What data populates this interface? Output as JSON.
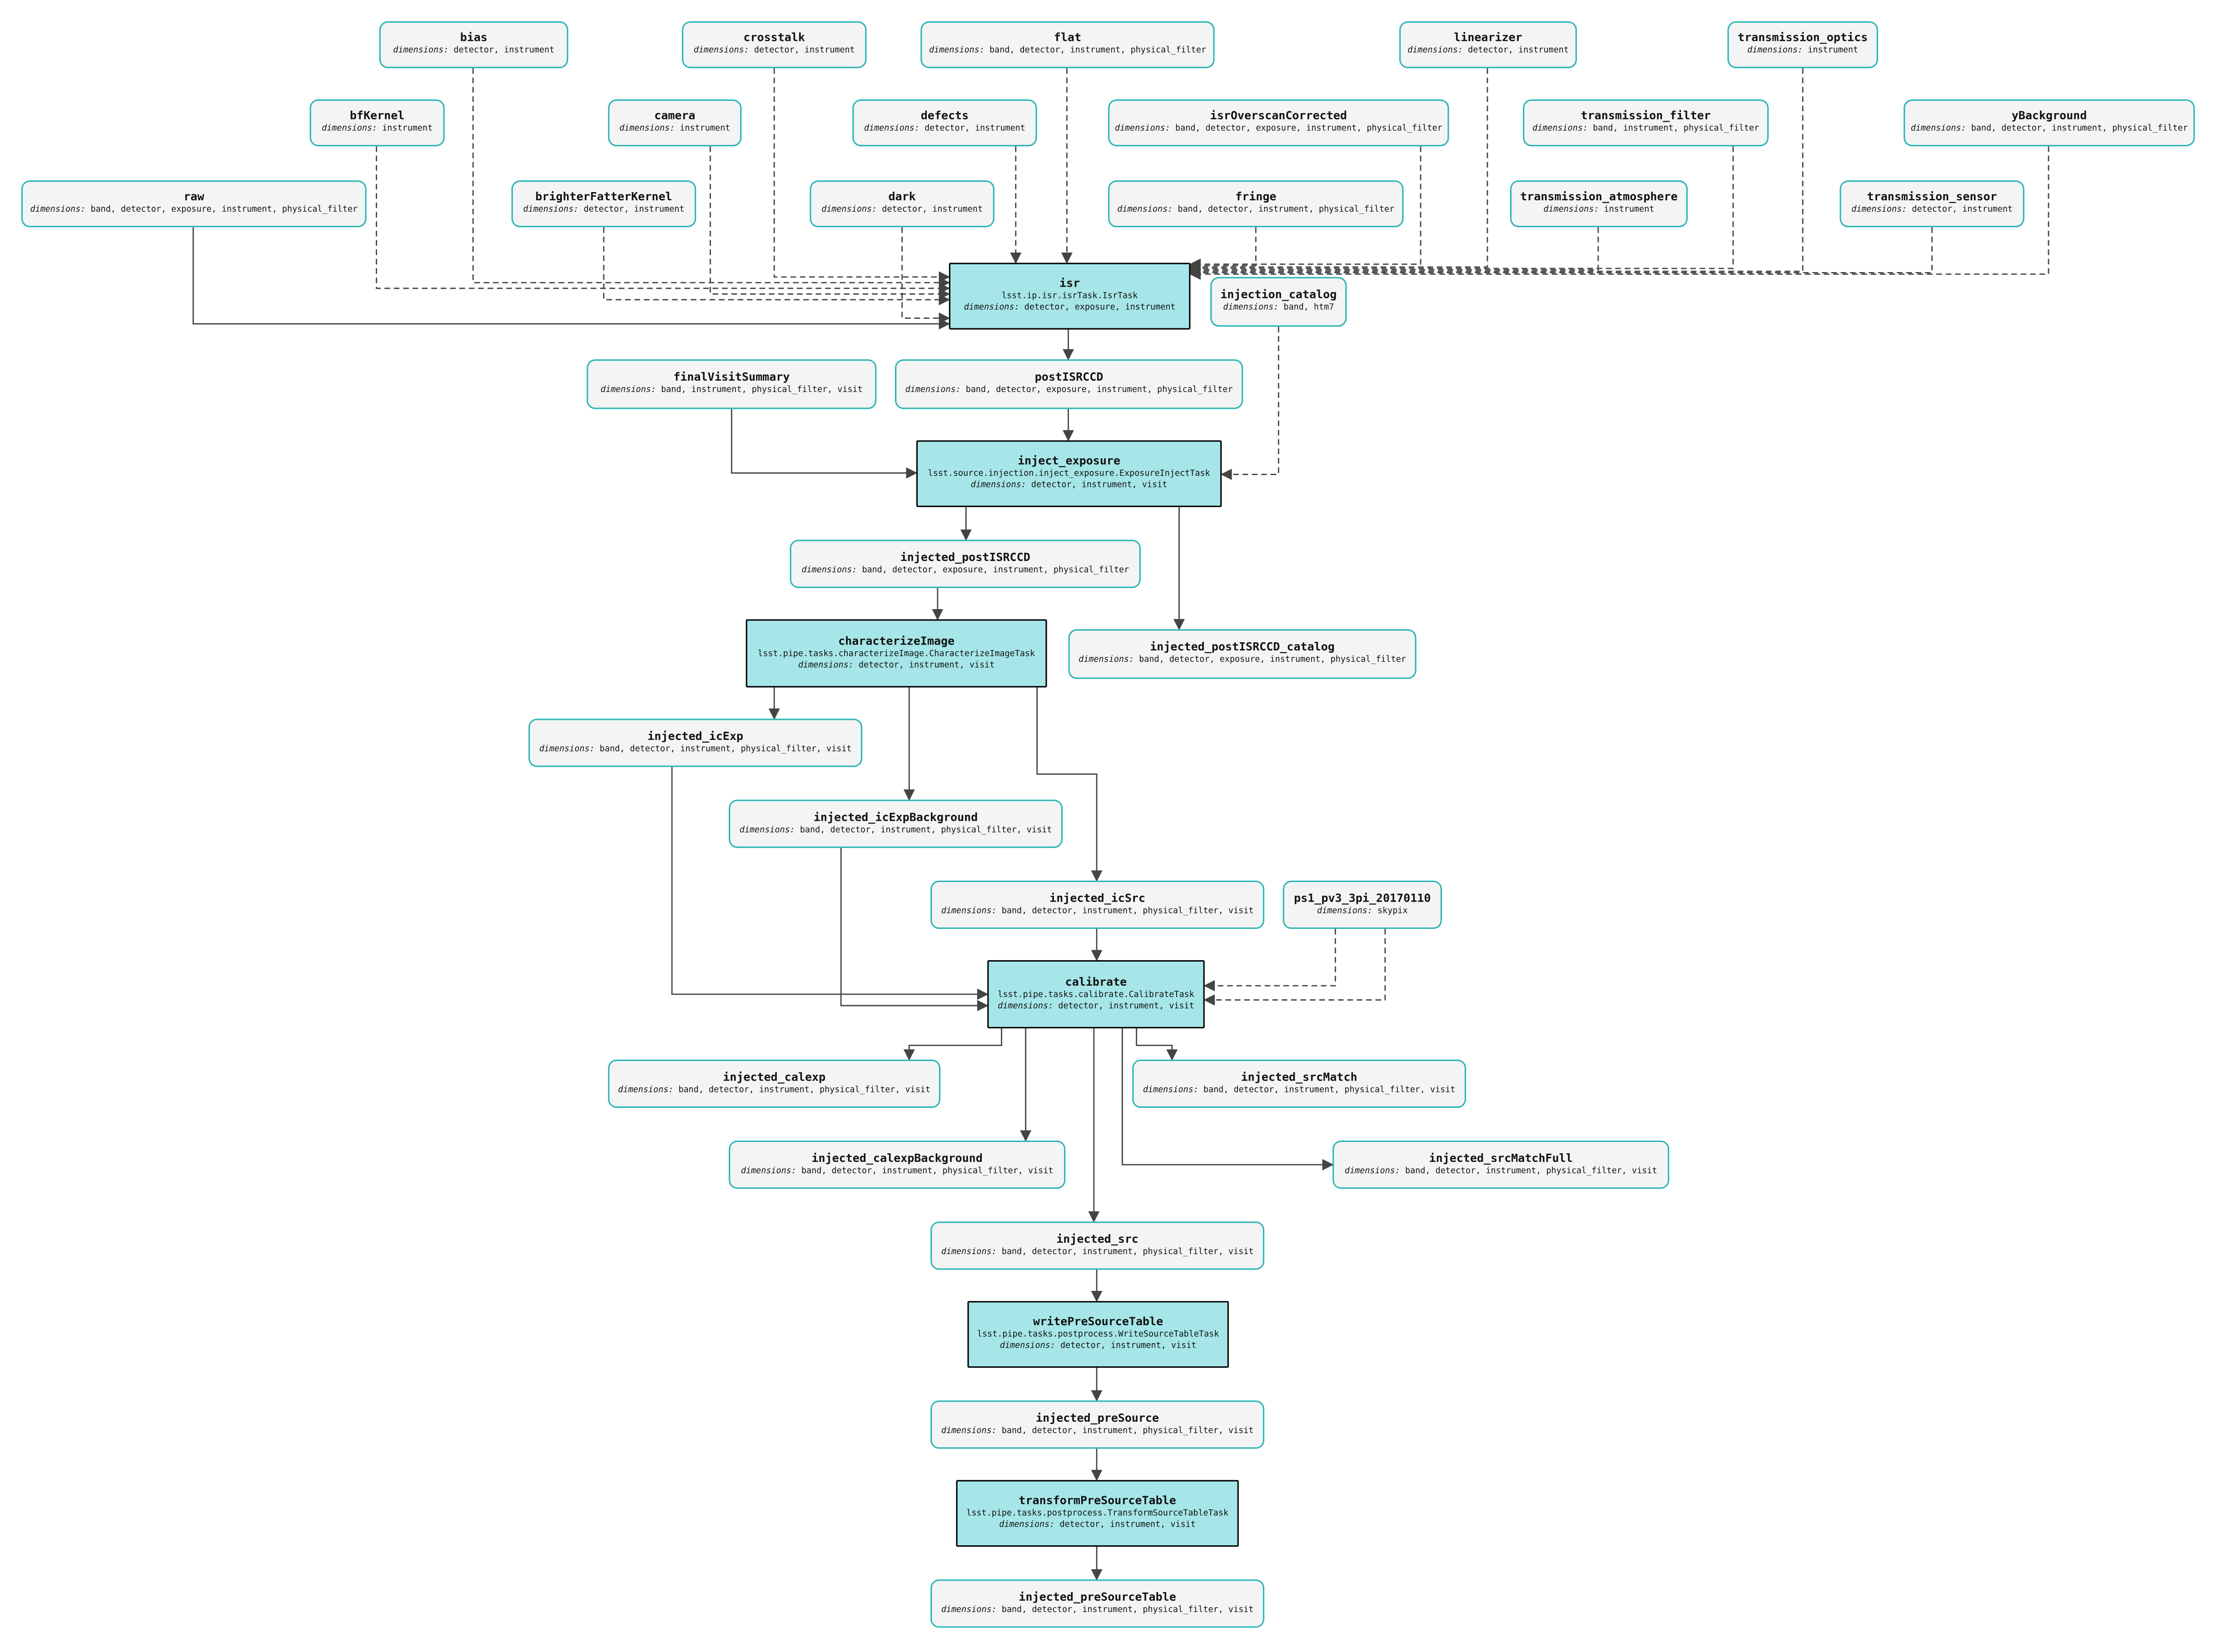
{
  "diagram": {
    "dims_label": "dimensions:",
    "colors": {
      "dataset_border": "#2bb5b5",
      "dataset_fill": "#f4f4f4",
      "task_fill": "#a6e6e8",
      "task_border": "#000000",
      "edge": "#444444"
    },
    "nodes": [
      {
        "id": "bias",
        "type": "dataset",
        "title": "bias",
        "dims": "detector, instrument"
      },
      {
        "id": "crosstalk",
        "type": "dataset",
        "title": "crosstalk",
        "dims": "detector, instrument"
      },
      {
        "id": "flat",
        "type": "dataset",
        "title": "flat",
        "dims": "band, detector, instrument, physical_filter"
      },
      {
        "id": "linearizer",
        "type": "dataset",
        "title": "linearizer",
        "dims": "detector, instrument"
      },
      {
        "id": "transmission_optics",
        "type": "dataset",
        "title": "transmission_optics",
        "dims": "instrument"
      },
      {
        "id": "bfKernel",
        "type": "dataset",
        "title": "bfKernel",
        "dims": "instrument"
      },
      {
        "id": "camera",
        "type": "dataset",
        "title": "camera",
        "dims": "instrument"
      },
      {
        "id": "defects",
        "type": "dataset",
        "title": "defects",
        "dims": "detector, instrument"
      },
      {
        "id": "isrOverscanCorrected",
        "type": "dataset",
        "title": "isrOverscanCorrected",
        "dims": "band, detector, exposure, instrument, physical_filter"
      },
      {
        "id": "transmission_filter",
        "type": "dataset",
        "title": "transmission_filter",
        "dims": "band, instrument, physical_filter"
      },
      {
        "id": "yBackground",
        "type": "dataset",
        "title": "yBackground",
        "dims": "band, detector, instrument, physical_filter"
      },
      {
        "id": "raw",
        "type": "dataset",
        "title": "raw",
        "dims": "band, detector, exposure, instrument, physical_filter"
      },
      {
        "id": "brighterFatterKernel",
        "type": "dataset",
        "title": "brighterFatterKernel",
        "dims": "detector, instrument"
      },
      {
        "id": "dark",
        "type": "dataset",
        "title": "dark",
        "dims": "detector, instrument"
      },
      {
        "id": "fringe",
        "type": "dataset",
        "title": "fringe",
        "dims": "band, detector, instrument, physical_filter"
      },
      {
        "id": "transmission_atmosphere",
        "type": "dataset",
        "title": "transmission_atmosphere",
        "dims": "instrument"
      },
      {
        "id": "transmission_sensor",
        "type": "dataset",
        "title": "transmission_sensor",
        "dims": "detector, instrument"
      },
      {
        "id": "isr",
        "type": "task",
        "title": "isr",
        "class": "lsst.ip.isr.isrTask.IsrTask",
        "dims": "detector, exposure, instrument"
      },
      {
        "id": "injection_catalog",
        "type": "dataset",
        "title": "injection_catalog",
        "dims": "band, htm7"
      },
      {
        "id": "finalVisitSummary",
        "type": "dataset",
        "title": "finalVisitSummary",
        "dims": "band, instrument, physical_filter, visit"
      },
      {
        "id": "postISRCCD",
        "type": "dataset",
        "title": "postISRCCD",
        "dims": "band, detector, exposure, instrument, physical_filter"
      },
      {
        "id": "inject_exposure",
        "type": "task",
        "title": "inject_exposure",
        "class": "lsst.source.injection.inject_exposure.ExposureInjectTask",
        "dims": "detector, instrument, visit"
      },
      {
        "id": "injected_postISRCCD",
        "type": "dataset",
        "title": "injected_postISRCCD",
        "dims": "band, detector, exposure, instrument, physical_filter"
      },
      {
        "id": "characterizeImage",
        "type": "task",
        "title": "characterizeImage",
        "class": "lsst.pipe.tasks.characterizeImage.CharacterizeImageTask",
        "dims": "detector, instrument, visit"
      },
      {
        "id": "injected_postISRCCD_catalog",
        "type": "dataset",
        "title": "injected_postISRCCD_catalog",
        "dims": "band, detector, exposure, instrument, physical_filter"
      },
      {
        "id": "injected_icExp",
        "type": "dataset",
        "title": "injected_icExp",
        "dims": "band, detector, instrument, physical_filter, visit"
      },
      {
        "id": "injected_icExpBackground",
        "type": "dataset",
        "title": "injected_icExpBackground",
        "dims": "band, detector, instrument, physical_filter, visit"
      },
      {
        "id": "injected_icSrc",
        "type": "dataset",
        "title": "injected_icSrc",
        "dims": "band, detector, instrument, physical_filter, visit"
      },
      {
        "id": "ps1_pv3_3pi_20170110",
        "type": "dataset",
        "title": "ps1_pv3_3pi_20170110",
        "dims": "skypix"
      },
      {
        "id": "calibrate",
        "type": "task",
        "title": "calibrate",
        "class": "lsst.pipe.tasks.calibrate.CalibrateTask",
        "dims": "detector, instrument, visit"
      },
      {
        "id": "injected_calexp",
        "type": "dataset",
        "title": "injected_calexp",
        "dims": "band, detector, instrument, physical_filter, visit"
      },
      {
        "id": "injected_srcMatch",
        "type": "dataset",
        "title": "injected_srcMatch",
        "dims": "band, detector, instrument, physical_filter, visit"
      },
      {
        "id": "injected_calexpBackground",
        "type": "dataset",
        "title": "injected_calexpBackground",
        "dims": "band, detector, instrument, physical_filter, visit"
      },
      {
        "id": "injected_srcMatchFull",
        "type": "dataset",
        "title": "injected_srcMatchFull",
        "dims": "band, detector, instrument, physical_filter, visit"
      },
      {
        "id": "injected_src",
        "type": "dataset",
        "title": "injected_src",
        "dims": "band, detector, instrument, physical_filter, visit"
      },
      {
        "id": "writePreSourceTable",
        "type": "task",
        "title": "writePreSourceTable",
        "class": "lsst.pipe.tasks.postprocess.WriteSourceTableTask",
        "dims": "detector, instrument, visit"
      },
      {
        "id": "injected_preSource",
        "type": "dataset",
        "title": "injected_preSource",
        "dims": "band, detector, instrument, physical_filter, visit"
      },
      {
        "id": "transformPreSourceTable",
        "type": "task",
        "title": "transformPreSourceTable",
        "class": "lsst.pipe.tasks.postprocess.TransformSourceTableTask",
        "dims": "detector, instrument, visit"
      },
      {
        "id": "injected_preSourceTable",
        "type": "dataset",
        "title": "injected_preSourceTable",
        "dims": "band, detector, instrument, physical_filter, visit"
      }
    ],
    "edges": [
      {
        "from": "raw",
        "to": "isr",
        "style": "solid"
      },
      {
        "from": "bias",
        "to": "isr",
        "style": "dashed"
      },
      {
        "from": "crosstalk",
        "to": "isr",
        "style": "dashed"
      },
      {
        "from": "bfKernel",
        "to": "isr",
        "style": "dashed"
      },
      {
        "from": "camera",
        "to": "isr",
        "style": "dashed"
      },
      {
        "from": "brighterFatterKernel",
        "to": "isr",
        "style": "dashed"
      },
      {
        "from": "dark",
        "to": "isr",
        "style": "dashed"
      },
      {
        "from": "defects",
        "to": "isr",
        "style": "dashed"
      },
      {
        "from": "flat",
        "to": "isr",
        "style": "dashed"
      },
      {
        "from": "isrOverscanCorrected",
        "to": "isr",
        "style": "dashed"
      },
      {
        "from": "fringe",
        "to": "isr",
        "style": "dashed"
      },
      {
        "from": "linearizer",
        "to": "isr",
        "style": "dashed"
      },
      {
        "from": "transmission_filter",
        "to": "isr",
        "style": "dashed"
      },
      {
        "from": "transmission_atmosphere",
        "to": "isr",
        "style": "dashed"
      },
      {
        "from": "transmission_optics",
        "to": "isr",
        "style": "dashed"
      },
      {
        "from": "transmission_sensor",
        "to": "isr",
        "style": "dashed"
      },
      {
        "from": "yBackground",
        "to": "isr",
        "style": "dashed"
      },
      {
        "from": "isr",
        "to": "postISRCCD",
        "style": "solid"
      },
      {
        "from": "postISRCCD",
        "to": "inject_exposure",
        "style": "solid"
      },
      {
        "from": "finalVisitSummary",
        "to": "inject_exposure",
        "style": "solid"
      },
      {
        "from": "injection_catalog",
        "to": "inject_exposure",
        "style": "dashed"
      },
      {
        "from": "inject_exposure",
        "to": "injected_postISRCCD",
        "style": "solid"
      },
      {
        "from": "inject_exposure",
        "to": "injected_postISRCCD_catalog",
        "style": "solid"
      },
      {
        "from": "injected_postISRCCD",
        "to": "characterizeImage",
        "style": "solid"
      },
      {
        "from": "characterizeImage",
        "to": "injected_icExp",
        "style": "solid"
      },
      {
        "from": "characterizeImage",
        "to": "injected_icExpBackground",
        "style": "solid"
      },
      {
        "from": "characterizeImage",
        "to": "injected_icSrc",
        "style": "solid"
      },
      {
        "from": "injected_icExp",
        "to": "calibrate",
        "style": "solid"
      },
      {
        "from": "injected_icExpBackground",
        "to": "calibrate",
        "style": "solid"
      },
      {
        "from": "injected_icSrc",
        "to": "calibrate",
        "style": "solid"
      },
      {
        "from": "ps1_pv3_3pi_20170110",
        "to": "calibrate",
        "style": "dashed"
      },
      {
        "from": "ps1_pv3_3pi_20170110",
        "to": "calibrate",
        "style": "dashed"
      },
      {
        "from": "calibrate",
        "to": "injected_calexp",
        "style": "solid"
      },
      {
        "from": "calibrate",
        "to": "injected_calexpBackground",
        "style": "solid"
      },
      {
        "from": "calibrate",
        "to": "injected_src",
        "style": "solid"
      },
      {
        "from": "calibrate",
        "to": "injected_srcMatch",
        "style": "solid"
      },
      {
        "from": "calibrate",
        "to": "injected_srcMatchFull",
        "style": "solid"
      },
      {
        "from": "injected_src",
        "to": "writePreSourceTable",
        "style": "solid"
      },
      {
        "from": "writePreSourceTable",
        "to": "injected_preSource",
        "style": "solid"
      },
      {
        "from": "injected_preSource",
        "to": "transformPreSourceTable",
        "style": "solid"
      },
      {
        "from": "transformPreSourceTable",
        "to": "injected_preSourceTable",
        "style": "solid"
      }
    ]
  }
}
